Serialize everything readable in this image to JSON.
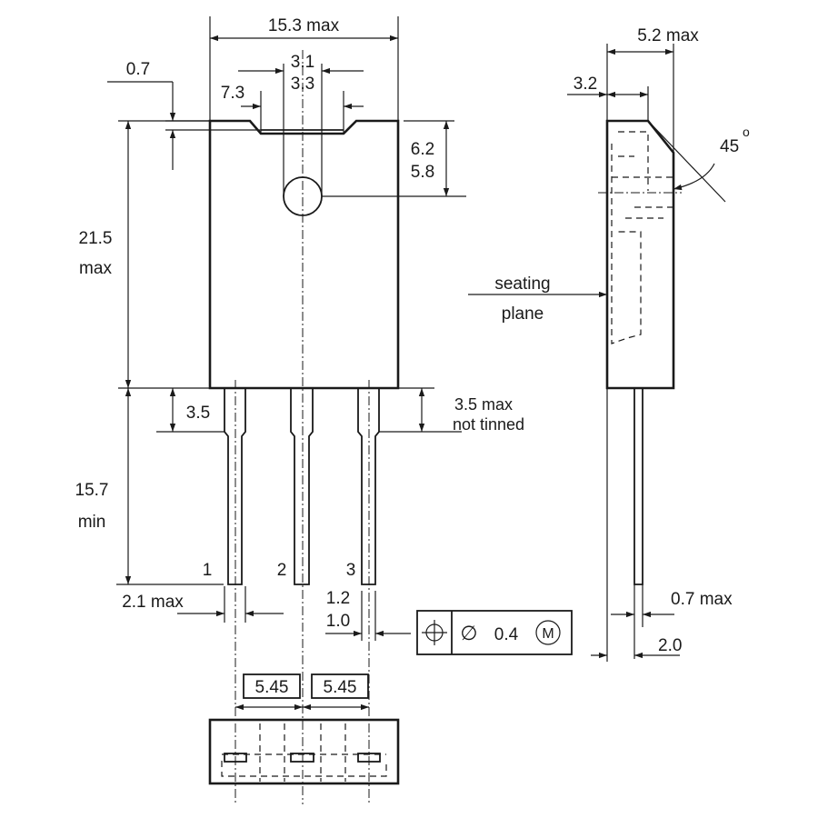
{
  "front_view": {
    "width_label": "15.3 max",
    "tab_thickness_label": "0.7",
    "hole_span_label": "3.1",
    "hole_span_label_2": "3.3",
    "notch_label": "7.3",
    "hole_offset_label": "6.2",
    "hole_offset_label_2": "5.8",
    "body_height_label": "21.5",
    "body_height_label_2": "max",
    "lead_shoulder_label": "3.5",
    "not_tinned_label": "3.5 max",
    "not_tinned_label_2": "not tinned",
    "lead_length_label": "15.7",
    "lead_length_label_2": "min",
    "pin_1": "1",
    "pin_2": "2",
    "pin_3": "3",
    "shoulder_width_label": "2.1 max",
    "lead_width_label": "1.2",
    "lead_width_label_2": "1.0"
  },
  "tolerance_frame": {
    "position_symbol": "⌖",
    "diameter_symbol": "∅",
    "value": "0.4",
    "modifier": "M"
  },
  "side_view": {
    "thickness_label": "5.2 max",
    "tab_label": "3.2",
    "angle_label": "45",
    "angle_unit": "o",
    "seating_label": "seating",
    "seating_label_2": "plane",
    "lead_thickness_label": "0.7 max",
    "lead_offset_label": "2.0"
  },
  "bottom_view": {
    "pitch_label_1": "5.45",
    "pitch_label_2": "5.45"
  }
}
